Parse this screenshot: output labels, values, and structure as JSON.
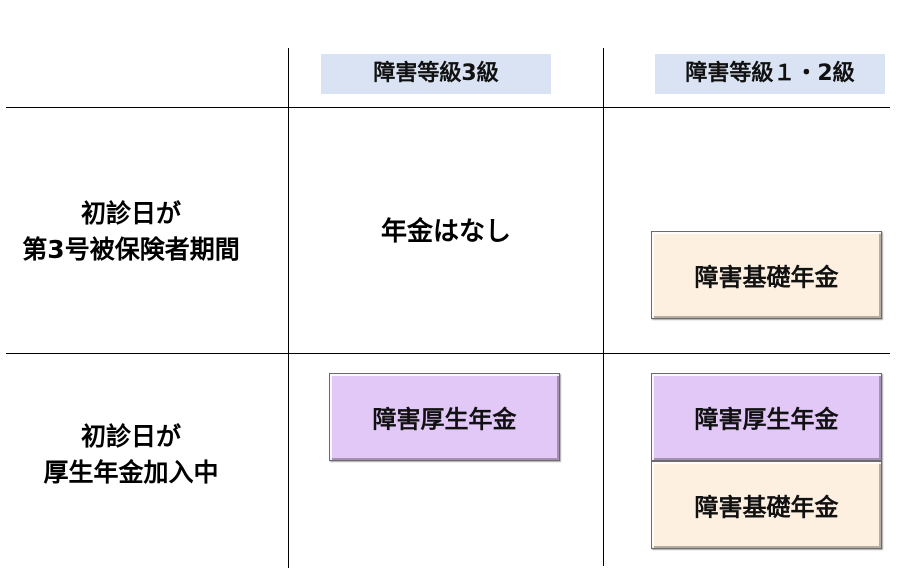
{
  "columns": {
    "grade3": "障害等級3級",
    "grade12": "障害等級１・2級"
  },
  "rows": {
    "row1": {
      "line1": "初診日が",
      "line2": "第3号被保険者期間"
    },
    "row2": {
      "line1": "初診日が",
      "line2": "厚生年金加入中"
    }
  },
  "cells": {
    "r1_grade3": "年金はなし",
    "r1_grade12": "障害基礎年金",
    "r2_grade3": "障害厚生年金",
    "r2_grade12_top": "障害厚生年金",
    "r2_grade12_bottom": "障害基礎年金"
  },
  "colors": {
    "header_bg": "#dae3f3",
    "kousei_box": "#e2c8f7",
    "kiso_box": "#fdf0e1"
  }
}
